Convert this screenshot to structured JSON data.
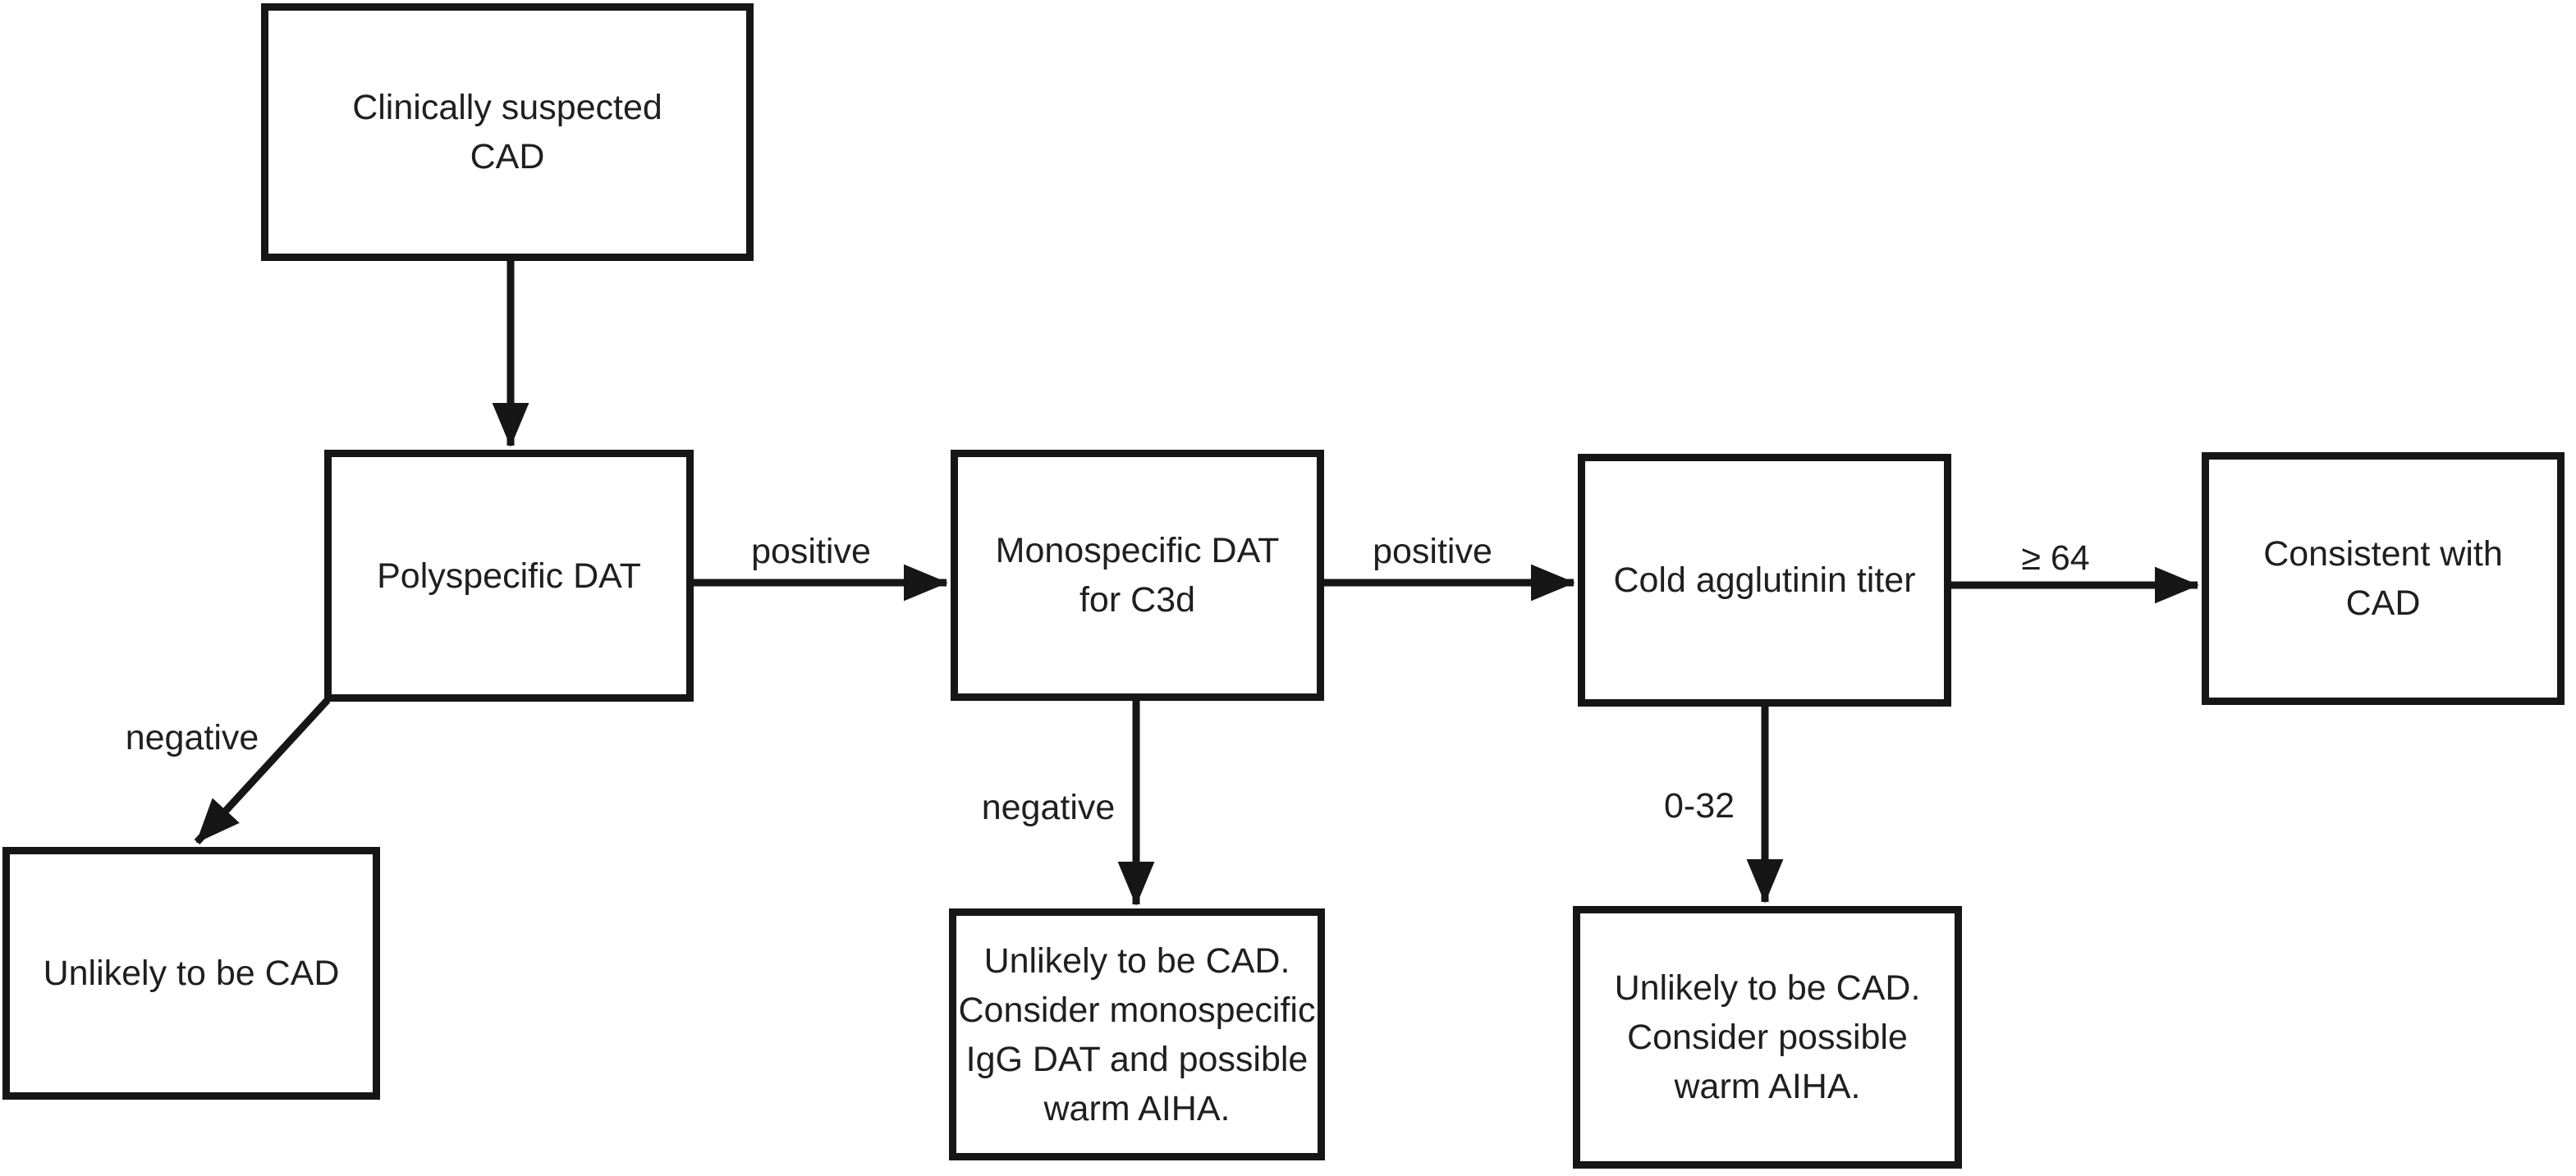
{
  "flowchart": {
    "nodes": {
      "clinically_suspected_cad": {
        "label": "Clinically suspected\nCAD"
      },
      "polyspecific_dat": {
        "label": "Polyspecific DAT"
      },
      "monospecific_dat_c3d": {
        "label": "Monospecific DAT\nfor C3d"
      },
      "cold_agglutinin_titer": {
        "label": "Cold agglutinin titer"
      },
      "consistent_with_cad": {
        "label": "Consistent with\nCAD"
      },
      "unlikely_to_be_cad": {
        "label": "Unlikely to be CAD"
      },
      "unlikely_consider_monospecific_igg": {
        "label": "Unlikely to be CAD.\nConsider monospecific\nIgG DAT and possible\nwarm AIHA."
      },
      "unlikely_consider_warm_aiha": {
        "label": "Unlikely to be CAD.\nConsider possible\nwarm AIHA."
      }
    },
    "edge_labels": {
      "polyspecific_positive": "positive",
      "monospecific_positive": "positive",
      "titer_high": "≥ 64",
      "polyspecific_negative": "negative",
      "monospecific_negative": "negative",
      "titer_low": "0-32"
    }
  },
  "colors": {
    "background": "#ffffff",
    "line": "#161616",
    "text": "#1f1f1f"
  }
}
